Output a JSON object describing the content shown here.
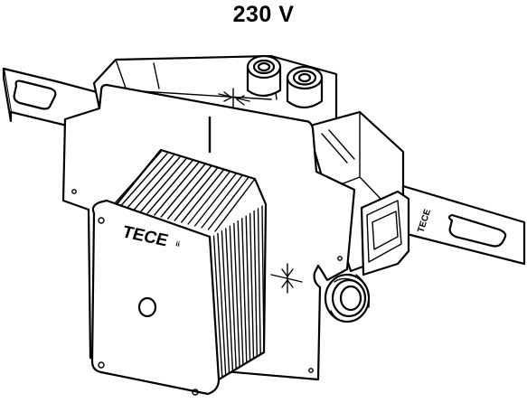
{
  "title": "230 V",
  "brand_front": "TECE",
  "brand_front_suffix": "ii",
  "brand_side": "TECE",
  "colors": {
    "line": "#000000",
    "background": "#ffffff"
  }
}
